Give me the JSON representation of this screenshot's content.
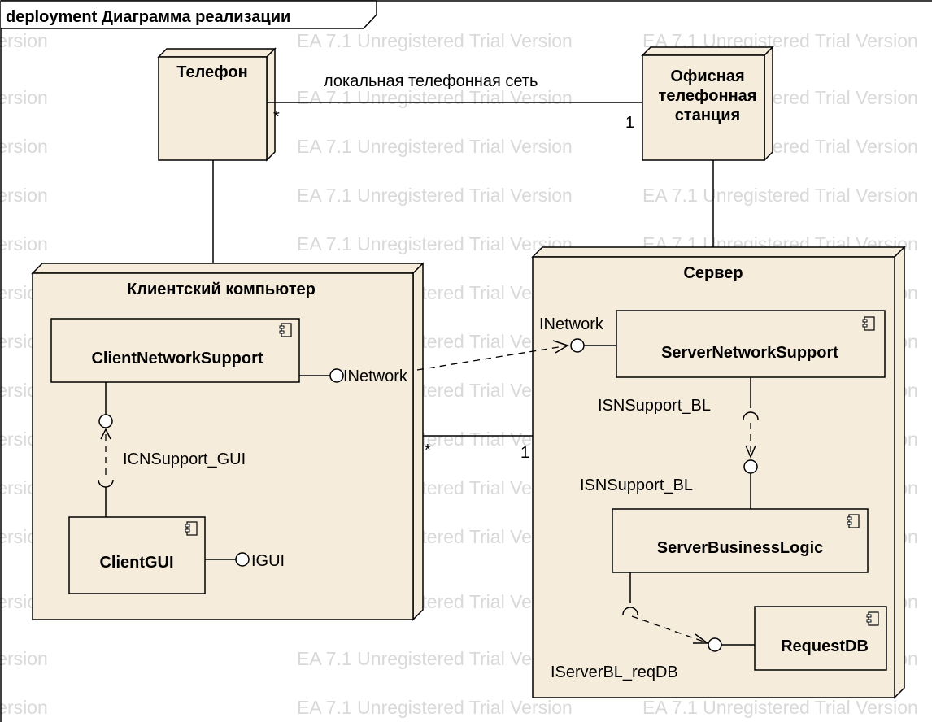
{
  "frame": {
    "title": "deployment Диаграмма реализации"
  },
  "watermark": {
    "text": "EA 7.1 Unregistered Trial Version"
  },
  "nodes": {
    "phone": {
      "label": "Телефон"
    },
    "office_exchange": {
      "label_lines": [
        "Офисная",
        "телефонная",
        "станция"
      ]
    },
    "client_pc": {
      "label": "Клиентский компьютер"
    },
    "server": {
      "label": "Сервер"
    }
  },
  "components": {
    "client_network_support": {
      "label": "ClientNetworkSupport"
    },
    "client_gui": {
      "label": "ClientGUI"
    },
    "server_network_support": {
      "label": "ServerNetworkSupport"
    },
    "server_business_logic": {
      "label": "ServerBusinessLogic"
    },
    "request_db": {
      "label": "RequestDB"
    }
  },
  "interfaces": {
    "client_inetwork": "INetwork",
    "server_inetwork": "INetwork",
    "icnsupport_gui": "ICNSupport_GUI",
    "igui": "IGUI",
    "isnsupport_bl_provided": "ISNSupport_BL",
    "isnsupport_bl_required": "ISNSupport_BL",
    "iserverbl_reqdb": "IServerBL_reqDB"
  },
  "connectors": {
    "phone_exchange": {
      "label": "локальная телефонная сеть",
      "mult_phone": "*",
      "mult_exchange": "1"
    },
    "client_server": {
      "mult_client": "*",
      "mult_server": "1"
    }
  }
}
